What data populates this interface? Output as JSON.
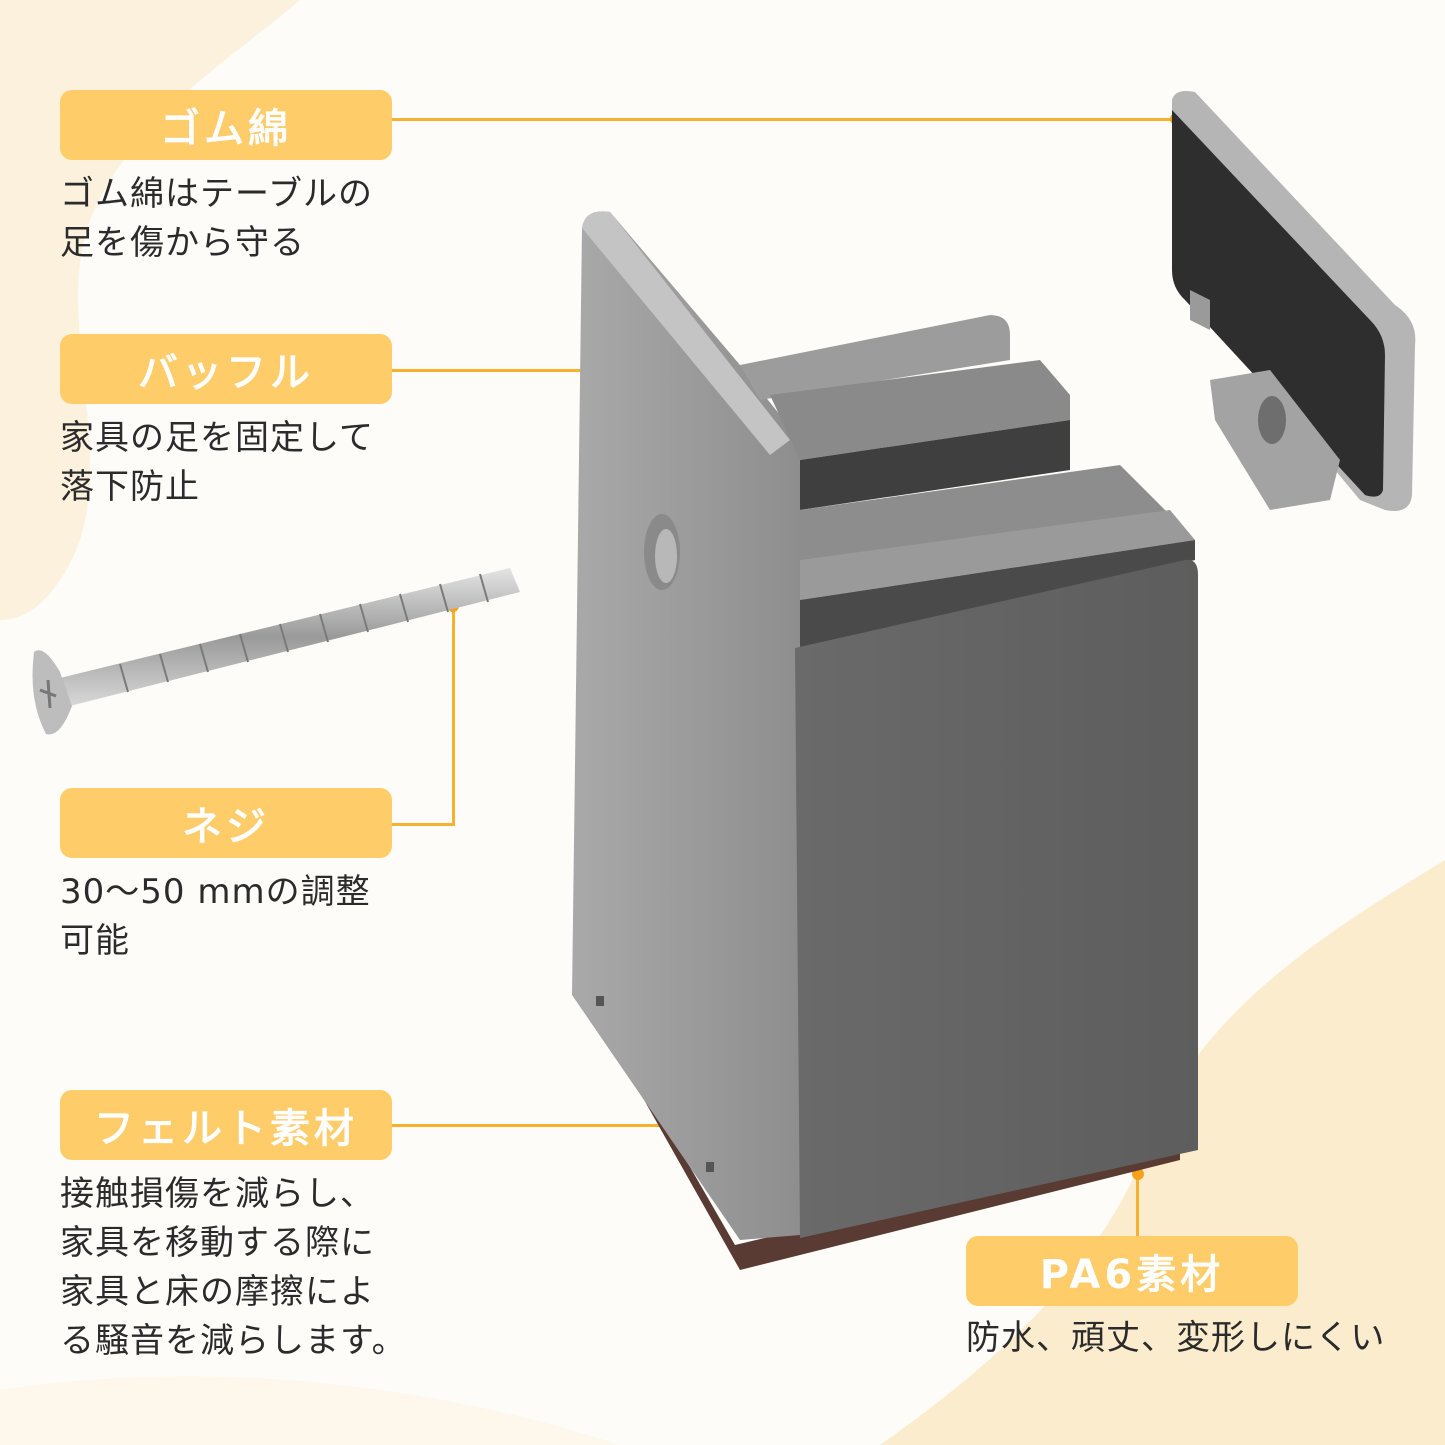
{
  "colors": {
    "accent": "#ffcc6a",
    "connector": "#f7b12f",
    "background": "#fdfcf8",
    "blob": "#fbf1dd",
    "product": "#6e6e6e",
    "pad": "#2e2e2e",
    "felt": "#5a3b33"
  },
  "labels": {
    "rubber": {
      "title": "ゴム綿",
      "lines": [
        "ゴム綿はテーブルの",
        "足を傷から守る"
      ]
    },
    "baffle": {
      "title": "バッフル",
      "lines": [
        "家具の足を固定して",
        "落下防止"
      ]
    },
    "screw": {
      "title": "ネジ",
      "lines": [
        "30〜50 mmの調整",
        "可能"
      ]
    },
    "felt": {
      "title": "フェルト素材",
      "lines": [
        "接触損傷を減らし、",
        "家具を移動する際に",
        "家具と床の摩擦によ",
        "る騒音を減らします。"
      ]
    },
    "pa6": {
      "title": "PA6素材",
      "lines": [
        "防水、頑丈、変形しにくい"
      ]
    }
  },
  "icons": {
    "product": "furniture-riser-block",
    "pad": "rubber-pad-clip",
    "screw": "countersunk-screw"
  }
}
